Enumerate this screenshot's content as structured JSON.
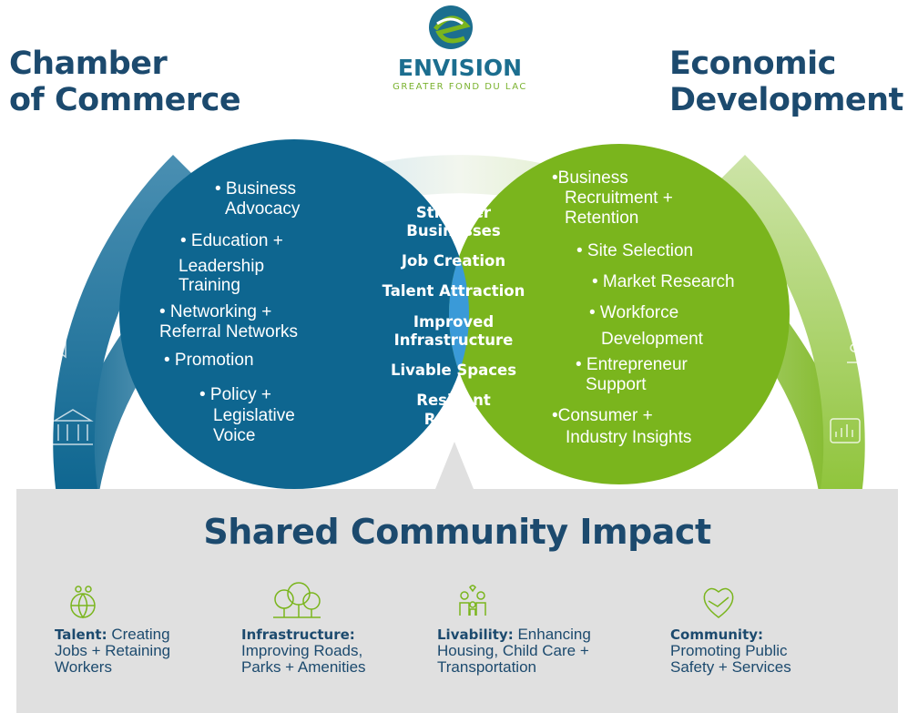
{
  "brand": {
    "name": "ENVISION",
    "subtitle": "GREATER FOND DU LAC"
  },
  "left_title": {
    "line1": "Chamber",
    "line2": "of Commerce"
  },
  "right_title": {
    "line1": "Economic",
    "line2": "Development"
  },
  "chamber_items": [
    "• Business",
    "Advocacy",
    "• Education +",
    "Leadership",
    "Training",
    "• Networking +",
    "Referral Networks",
    "• Promotion",
    "• Policy +",
    "Legislative",
    "Voice"
  ],
  "economic_items": [
    "•Business",
    "Recruitment +",
    "Retention",
    "• Site Selection",
    "• Market Research",
    "• Workforce",
    "Development",
    "• Entrepreneur",
    "Support",
    "•Consumer +",
    "Industry Insights"
  ],
  "overlap_items": [
    "Stronger",
    "Businesses",
    "Job Creation",
    "Talent Attraction",
    "Improved",
    "Infrastructure",
    "Livable Spaces",
    "Resilient",
    "Region"
  ],
  "impact": {
    "title": "Shared Community Impact",
    "items": [
      {
        "label": "Talent:",
        "line1": " Creating",
        "line2": "Jobs  +  Retaining",
        "line3": "Workers",
        "icon": "globe-people-icon"
      },
      {
        "label": "Infrastructure:",
        "line1": "",
        "line2": "Improving   Roads,",
        "line3": "Parks + Amenities",
        "icon": "trees-icon"
      },
      {
        "label": "Livability:",
        "line1": " Enhancing",
        "line2": "Housing, Child Care +",
        "line3": "Transportation",
        "icon": "family-icon"
      },
      {
        "label": "Community:",
        "line1": "",
        "line2": "Promoting Public",
        "line3": "Safety + Services",
        "icon": "handshake-heart-icon"
      }
    ]
  },
  "colors": {
    "chamber_circle": "#0e6690",
    "economic_circle": "#7ab51d",
    "overlap": "#3a9ad8",
    "title_text": "#1c4a6e",
    "impact_panel": "#e0e0e0"
  }
}
